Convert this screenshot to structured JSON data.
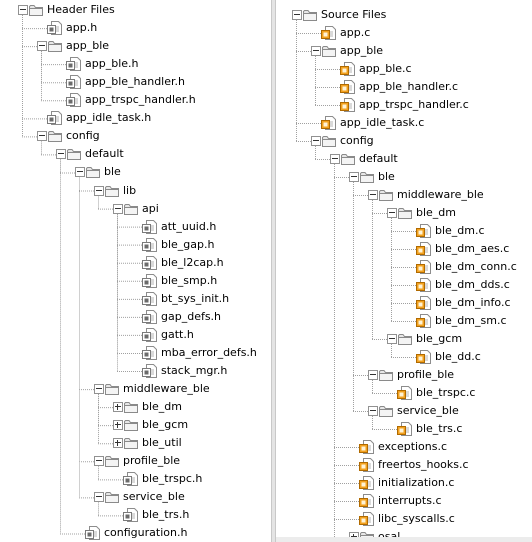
{
  "left_tree": [
    {
      "label": "Header Files",
      "type": "folder",
      "depth": 0,
      "toggle": "open"
    },
    {
      "label": "app.h",
      "type": "h",
      "depth": 1
    },
    {
      "label": "app_ble",
      "type": "folder",
      "depth": 1,
      "toggle": "open"
    },
    {
      "label": "app_ble.h",
      "type": "h",
      "depth": 2
    },
    {
      "label": "app_ble_handler.h",
      "type": "h",
      "depth": 2
    },
    {
      "label": "app_trspc_handler.h",
      "type": "h",
      "depth": 2
    },
    {
      "label": "app_idle_task.h",
      "type": "h",
      "depth": 1
    },
    {
      "label": "config",
      "type": "folder",
      "depth": 1,
      "toggle": "open"
    },
    {
      "label": "default",
      "type": "folder",
      "depth": 2,
      "toggle": "open"
    },
    {
      "label": "ble",
      "type": "folder",
      "depth": 3,
      "toggle": "open"
    },
    {
      "label": "lib",
      "type": "folder",
      "depth": 4,
      "toggle": "open"
    },
    {
      "label": "api",
      "type": "folder",
      "depth": 5,
      "toggle": "open"
    },
    {
      "label": "att_uuid.h",
      "type": "h",
      "depth": 6
    },
    {
      "label": "ble_gap.h",
      "type": "h",
      "depth": 6
    },
    {
      "label": "ble_l2cap.h",
      "type": "h",
      "depth": 6
    },
    {
      "label": "ble_smp.h",
      "type": "h",
      "depth": 6
    },
    {
      "label": "bt_sys_init.h",
      "type": "h",
      "depth": 6
    },
    {
      "label": "gap_defs.h",
      "type": "h",
      "depth": 6
    },
    {
      "label": "gatt.h",
      "type": "h",
      "depth": 6
    },
    {
      "label": "mba_error_defs.h",
      "type": "h",
      "depth": 6
    },
    {
      "label": "stack_mgr.h",
      "type": "h",
      "depth": 6
    },
    {
      "label": "middleware_ble",
      "type": "folder",
      "depth": 4,
      "toggle": "open"
    },
    {
      "label": "ble_dm",
      "type": "folder",
      "depth": 5,
      "toggle": "closed"
    },
    {
      "label": "ble_gcm",
      "type": "folder",
      "depth": 5,
      "toggle": "closed"
    },
    {
      "label": "ble_util",
      "type": "folder",
      "depth": 5,
      "toggle": "closed"
    },
    {
      "label": "profile_ble",
      "type": "folder",
      "depth": 4,
      "toggle": "open"
    },
    {
      "label": "ble_trspc.h",
      "type": "h",
      "depth": 5
    },
    {
      "label": "service_ble",
      "type": "folder",
      "depth": 4,
      "toggle": "open"
    },
    {
      "label": "ble_trs.h",
      "type": "h",
      "depth": 5
    },
    {
      "label": "configuration.h",
      "type": "h",
      "depth": 3
    }
  ],
  "right_tree": [
    {
      "label": "Source Files",
      "type": "folder",
      "depth": 0,
      "toggle": "open"
    },
    {
      "label": "app.c",
      "type": "c",
      "depth": 1
    },
    {
      "label": "app_ble",
      "type": "folder",
      "depth": 1,
      "toggle": "open"
    },
    {
      "label": "app_ble.c",
      "type": "c",
      "depth": 2
    },
    {
      "label": "app_ble_handler.c",
      "type": "c",
      "depth": 2
    },
    {
      "label": "app_trspc_handler.c",
      "type": "c",
      "depth": 2
    },
    {
      "label": "app_idle_task.c",
      "type": "c",
      "depth": 1
    },
    {
      "label": "config",
      "type": "folder",
      "depth": 1,
      "toggle": "open"
    },
    {
      "label": "default",
      "type": "folder",
      "depth": 2,
      "toggle": "open"
    },
    {
      "label": "ble",
      "type": "folder",
      "depth": 3,
      "toggle": "open"
    },
    {
      "label": "middleware_ble",
      "type": "folder",
      "depth": 4,
      "toggle": "open"
    },
    {
      "label": "ble_dm",
      "type": "folder",
      "depth": 5,
      "toggle": "open"
    },
    {
      "label": "ble_dm.c",
      "type": "c",
      "depth": 6
    },
    {
      "label": "ble_dm_aes.c",
      "type": "c",
      "depth": 6
    },
    {
      "label": "ble_dm_conn.c",
      "type": "c",
      "depth": 6
    },
    {
      "label": "ble_dm_dds.c",
      "type": "c",
      "depth": 6
    },
    {
      "label": "ble_dm_info.c",
      "type": "c",
      "depth": 6
    },
    {
      "label": "ble_dm_sm.c",
      "type": "c",
      "depth": 6
    },
    {
      "label": "ble_gcm",
      "type": "folder",
      "depth": 5,
      "toggle": "open"
    },
    {
      "label": "ble_dd.c",
      "type": "c",
      "depth": 6
    },
    {
      "label": "profile_ble",
      "type": "folder",
      "depth": 4,
      "toggle": "open"
    },
    {
      "label": "ble_trspc.c",
      "type": "c",
      "depth": 5
    },
    {
      "label": "service_ble",
      "type": "folder",
      "depth": 4,
      "toggle": "open"
    },
    {
      "label": "ble_trs.c",
      "type": "c",
      "depth": 5
    },
    {
      "label": "exceptions.c",
      "type": "c",
      "depth": 3
    },
    {
      "label": "freertos_hooks.c",
      "type": "c",
      "depth": 3
    },
    {
      "label": "initialization.c",
      "type": "c",
      "depth": 3
    },
    {
      "label": "interrupts.c",
      "type": "c",
      "depth": 3
    },
    {
      "label": "libc_syscalls.c",
      "type": "c",
      "depth": 3
    },
    {
      "label": "osal",
      "type": "folder",
      "depth": 3,
      "toggle": "closed"
    }
  ],
  "colors": {
    "folder_fill": "#e7e7e7",
    "folder_stroke": "#8a8a8a",
    "file_fill": "#ffffff",
    "file_stroke": "#8c8c8c",
    "c_badge": "#f2a11f",
    "tree_line": "#a0a0a0"
  },
  "icons": {
    "folder": "folder-icon",
    "h": "header-file-icon",
    "c": "c-source-file-icon"
  }
}
